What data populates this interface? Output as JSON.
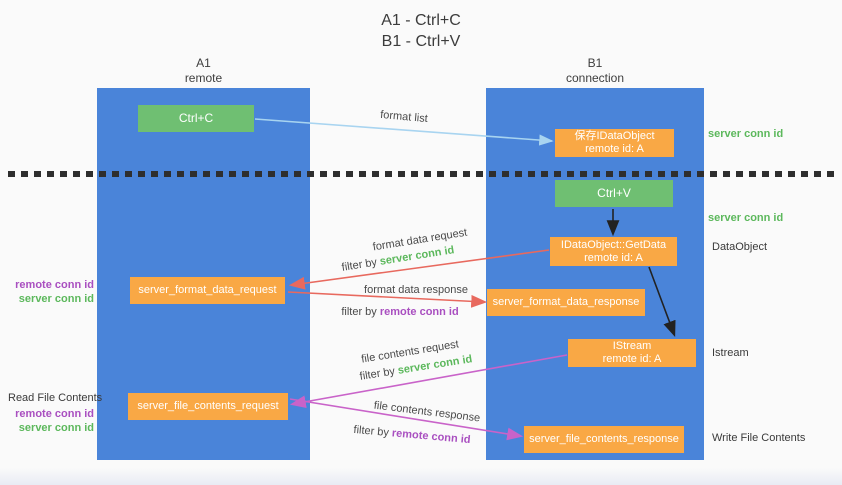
{
  "title": {
    "line1": "A1 - Ctrl+C",
    "line2": "B1 - Ctrl+V"
  },
  "columns": {
    "left": {
      "name": "A1",
      "role": "remote"
    },
    "right": {
      "name": "B1",
      "role": "connection"
    }
  },
  "nodes": {
    "ctrl_c": {
      "label": "Ctrl+C"
    },
    "save_idataobject": {
      "line1": "保存IDataObject",
      "line2": "remote id: A"
    },
    "ctrl_v": {
      "label": "Ctrl+V"
    },
    "getdata": {
      "line1": "IDataObject::GetData",
      "line2": "remote id: A"
    },
    "format_request": {
      "label": "server_format_data_request"
    },
    "format_response": {
      "label": "server_format_data_response"
    },
    "istream": {
      "line1": "IStream",
      "line2": "remote id: A"
    },
    "file_request": {
      "label": "server_file_contents_request"
    },
    "file_response": {
      "label": "server_file_contents_response"
    }
  },
  "arrows": {
    "format_list": {
      "label": "format list"
    },
    "format_data_request": {
      "label": "format data request",
      "filter_prefix": "filter by ",
      "filter_key": "server conn id"
    },
    "format_data_response": {
      "label": "format data response",
      "filter_prefix": "filter by ",
      "filter_key": "remote conn id"
    },
    "file_contents_request": {
      "label": "file contents request",
      "filter_prefix": "filter by ",
      "filter_key": "server conn id"
    },
    "file_contents_response": {
      "label": "file contents response",
      "filter_prefix": "filter by ",
      "filter_key": "remote conn id"
    }
  },
  "side_labels": {
    "top_right_server_conn": "server conn id",
    "mid_right_server_conn": "server conn id",
    "dataobject": "DataObject",
    "istream": "Istream",
    "write_file": "Write File Contents",
    "left_remote_conn_1": "remote conn id",
    "left_server_conn_1": "server conn id",
    "read_file": "Read File Contents",
    "left_remote_conn_2": "remote conn id",
    "left_server_conn_2": "server conn id"
  },
  "colors": {
    "column-blue": "#4a84d9",
    "node-orange": "#f9a845",
    "node-green": "#6fbf72",
    "green-text": "#5cb85c",
    "purple-text": "#a94fc0",
    "red-arrow": "#e8695e",
    "pink-arrow": "#c963c9",
    "lightblue-arrow": "#a8d4f0",
    "black-arrow": "#222222"
  }
}
